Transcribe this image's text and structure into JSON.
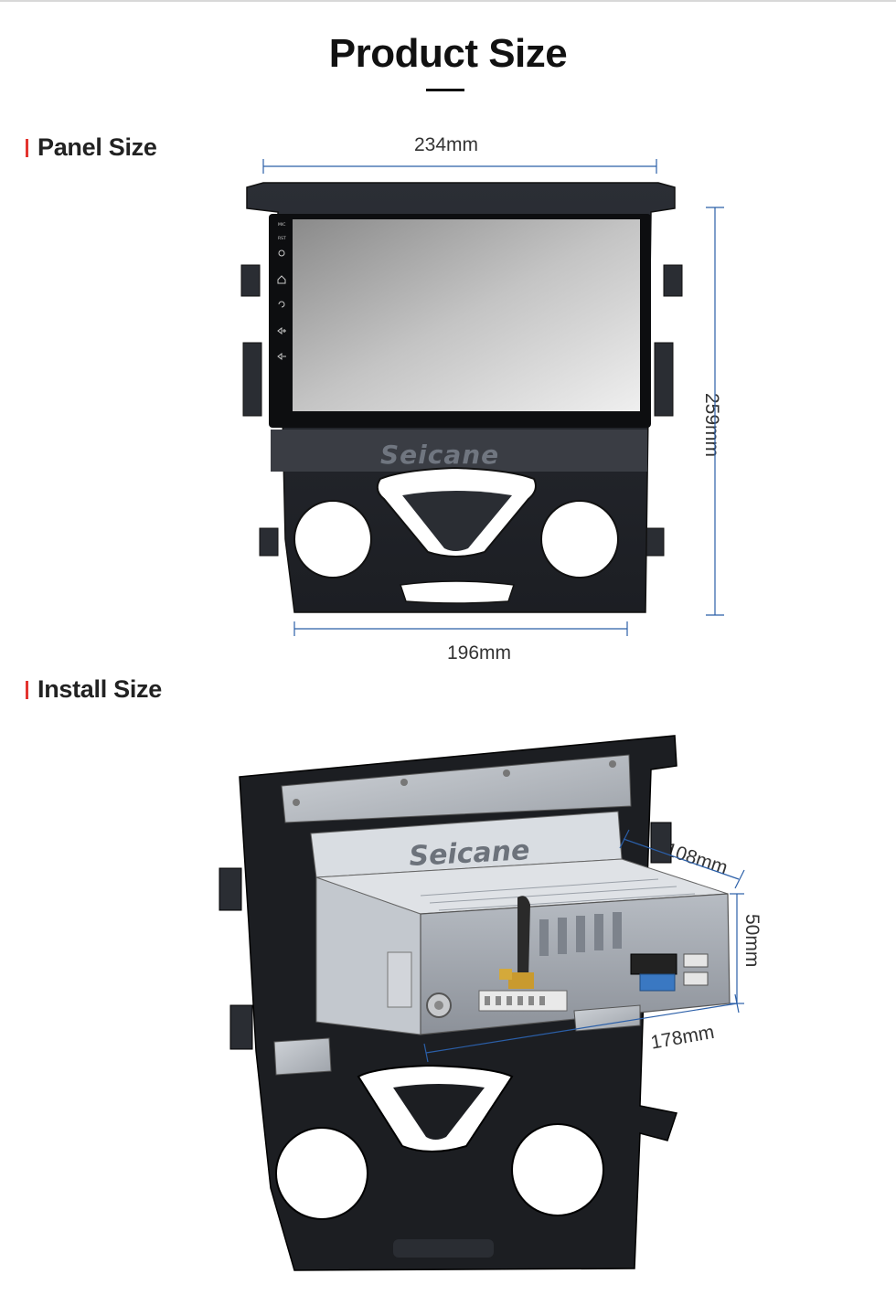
{
  "page": {
    "title": "Product Size"
  },
  "panel": {
    "heading": "Panel Size",
    "width_label": "234mm",
    "height_label": "259mm",
    "bottom_width_label": "196mm",
    "brand": "Seicane",
    "side_icons": [
      "MIC",
      "RST",
      "power-icon",
      "home-icon",
      "back-icon",
      "vol-up-icon",
      "vol-down-icon"
    ]
  },
  "install": {
    "heading": "Install Size",
    "depth_label": "108mm",
    "height_label": "50mm",
    "width_label": "178mm",
    "brand": "Seicane"
  },
  "colors": {
    "accent": "#e3342f",
    "dimension_line": "#2b5fa8"
  }
}
